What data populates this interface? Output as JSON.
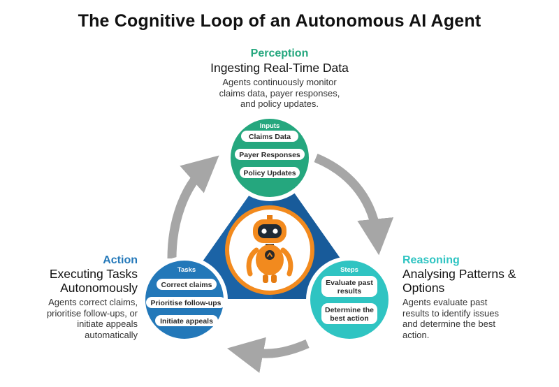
{
  "title": "The Cognitive Loop of an Autonomous AI Agent",
  "colors": {
    "perception": "#25a77e",
    "reasoning": "#2fc4c2",
    "action": "#2378b9",
    "triangle": "#1b63a6",
    "arrow": "#a6a6a6",
    "robot": "#f28a1e"
  },
  "perception": {
    "heading": "Perception",
    "subtitle": "Ingesting Real-Time Data",
    "description": [
      "Agents continuously monitor",
      "claims data, payer responses,",
      "and policy updates."
    ],
    "circle_label": "Inputs",
    "pills": [
      "Claims Data",
      "Payer Responses",
      "Policy Updates"
    ]
  },
  "reasoning": {
    "heading": "Reasoning",
    "subtitle": [
      "Analysing Patterns &",
      "Options"
    ],
    "description": [
      "Agents evaluate past",
      "results to identify issues",
      "and determine the best",
      "action."
    ],
    "circle_label": "Steps",
    "pills": [
      [
        "Evaluate past",
        "results"
      ],
      [
        "Determine the",
        "best action"
      ]
    ]
  },
  "action": {
    "heading": "Action",
    "subtitle": [
      "Executing Tasks",
      "Autonomously"
    ],
    "description": [
      "Agents correct claims,",
      "prioritise follow-ups, or",
      "initiate appeals",
      "automatically"
    ],
    "circle_label": "Tasks",
    "pills": [
      "Correct claims",
      "Prioritise follow-ups",
      "Initiate appeals"
    ]
  }
}
